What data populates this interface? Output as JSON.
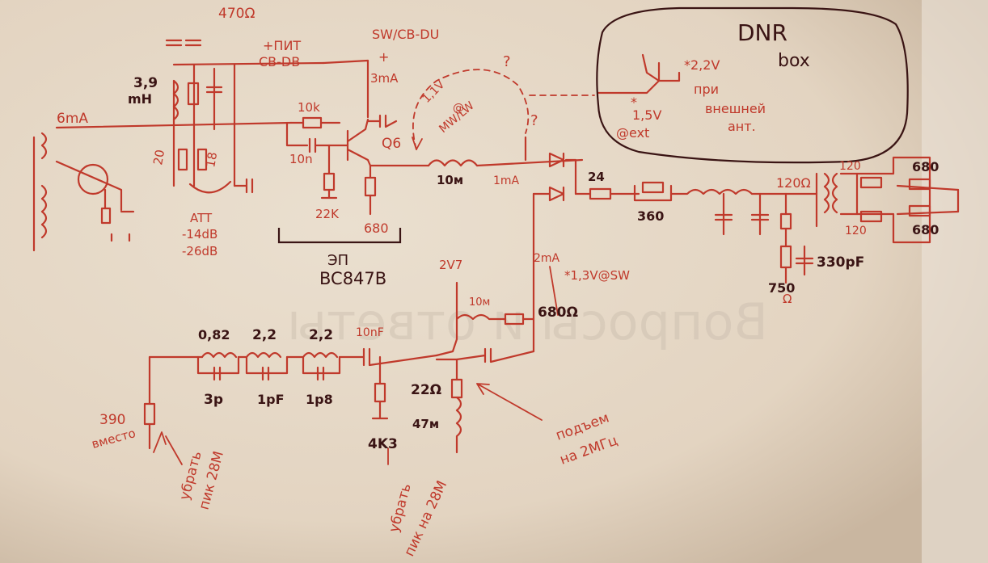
{
  "colors": {
    "board": "#e6d8c6",
    "ink_red": "#c0392b",
    "ink_dark": "#3a1414",
    "ghost": "#cfc2b2"
  },
  "labels": {
    "r_470": "470Ω",
    "l_3_9": "3,9",
    "l_mh": "mH",
    "supply_plus": "+ПИТ",
    "supply_cbdb": "CB-DB",
    "swcbdu": "SW/CB-DU",
    "plus": "+",
    "i_3ma": "3mA",
    "i_6ma": "6mA",
    "r_10k": "10k",
    "c_10n": "10n",
    "q6": "Q6",
    "v_1_1": "1,1V",
    "at": "@",
    "mwlw": "MW/LW",
    "q_mark": "?",
    "r_20": "20",
    "r_18": "18",
    "att": "ATT",
    "att_14": "-14dB",
    "att_26": "-26dB",
    "r_22k": "22K",
    "r_680a": "680",
    "ep": "ЭП",
    "bc847": "BC847B",
    "l_10m": "10м",
    "i_1ma": "1mA",
    "r_24": "24",
    "r_360": "360",
    "r_120": "120Ω",
    "r_120a": "120",
    "r_120b": "120",
    "r_680b": "680",
    "r_680c": "680",
    "c_330": "330pF",
    "r_750": "750",
    "omega": "Ω",
    "i_2ma": "2mA",
    "v_1_3": "*1,3V@SW",
    "v_2v7": "2V7",
    "l_10m2": "10м",
    "r_680ohm": "680Ω",
    "c_10nf": "10nF",
    "l_082": "0,82",
    "l_22a": "2,2",
    "l_22b": "2,2",
    "c_3p": "3p",
    "c_1pf": "1pF",
    "c_1p8": "1p8",
    "r_22ohm": "22Ω",
    "l_47m": "47м",
    "r_4k3": "4K3",
    "r_390": "390",
    "vmesto": "вместо",
    "ubrat1a": "убрать",
    "ubrat1b": "пик 28M",
    "ubrat2a": "убрать",
    "ubrat2b": "пик на 28M",
    "podem1": "подъем",
    "podem2": "на 2МГц",
    "dnr": "DNR",
    "box": "box",
    "v_2_2": "*2,2V",
    "pri": "при",
    "vneshnei": "внешней",
    "ant": "ант.",
    "v_1_5": "1,5V",
    "ext": "@ext",
    "star": "*",
    "ghost": "Вопросы и ответы"
  }
}
